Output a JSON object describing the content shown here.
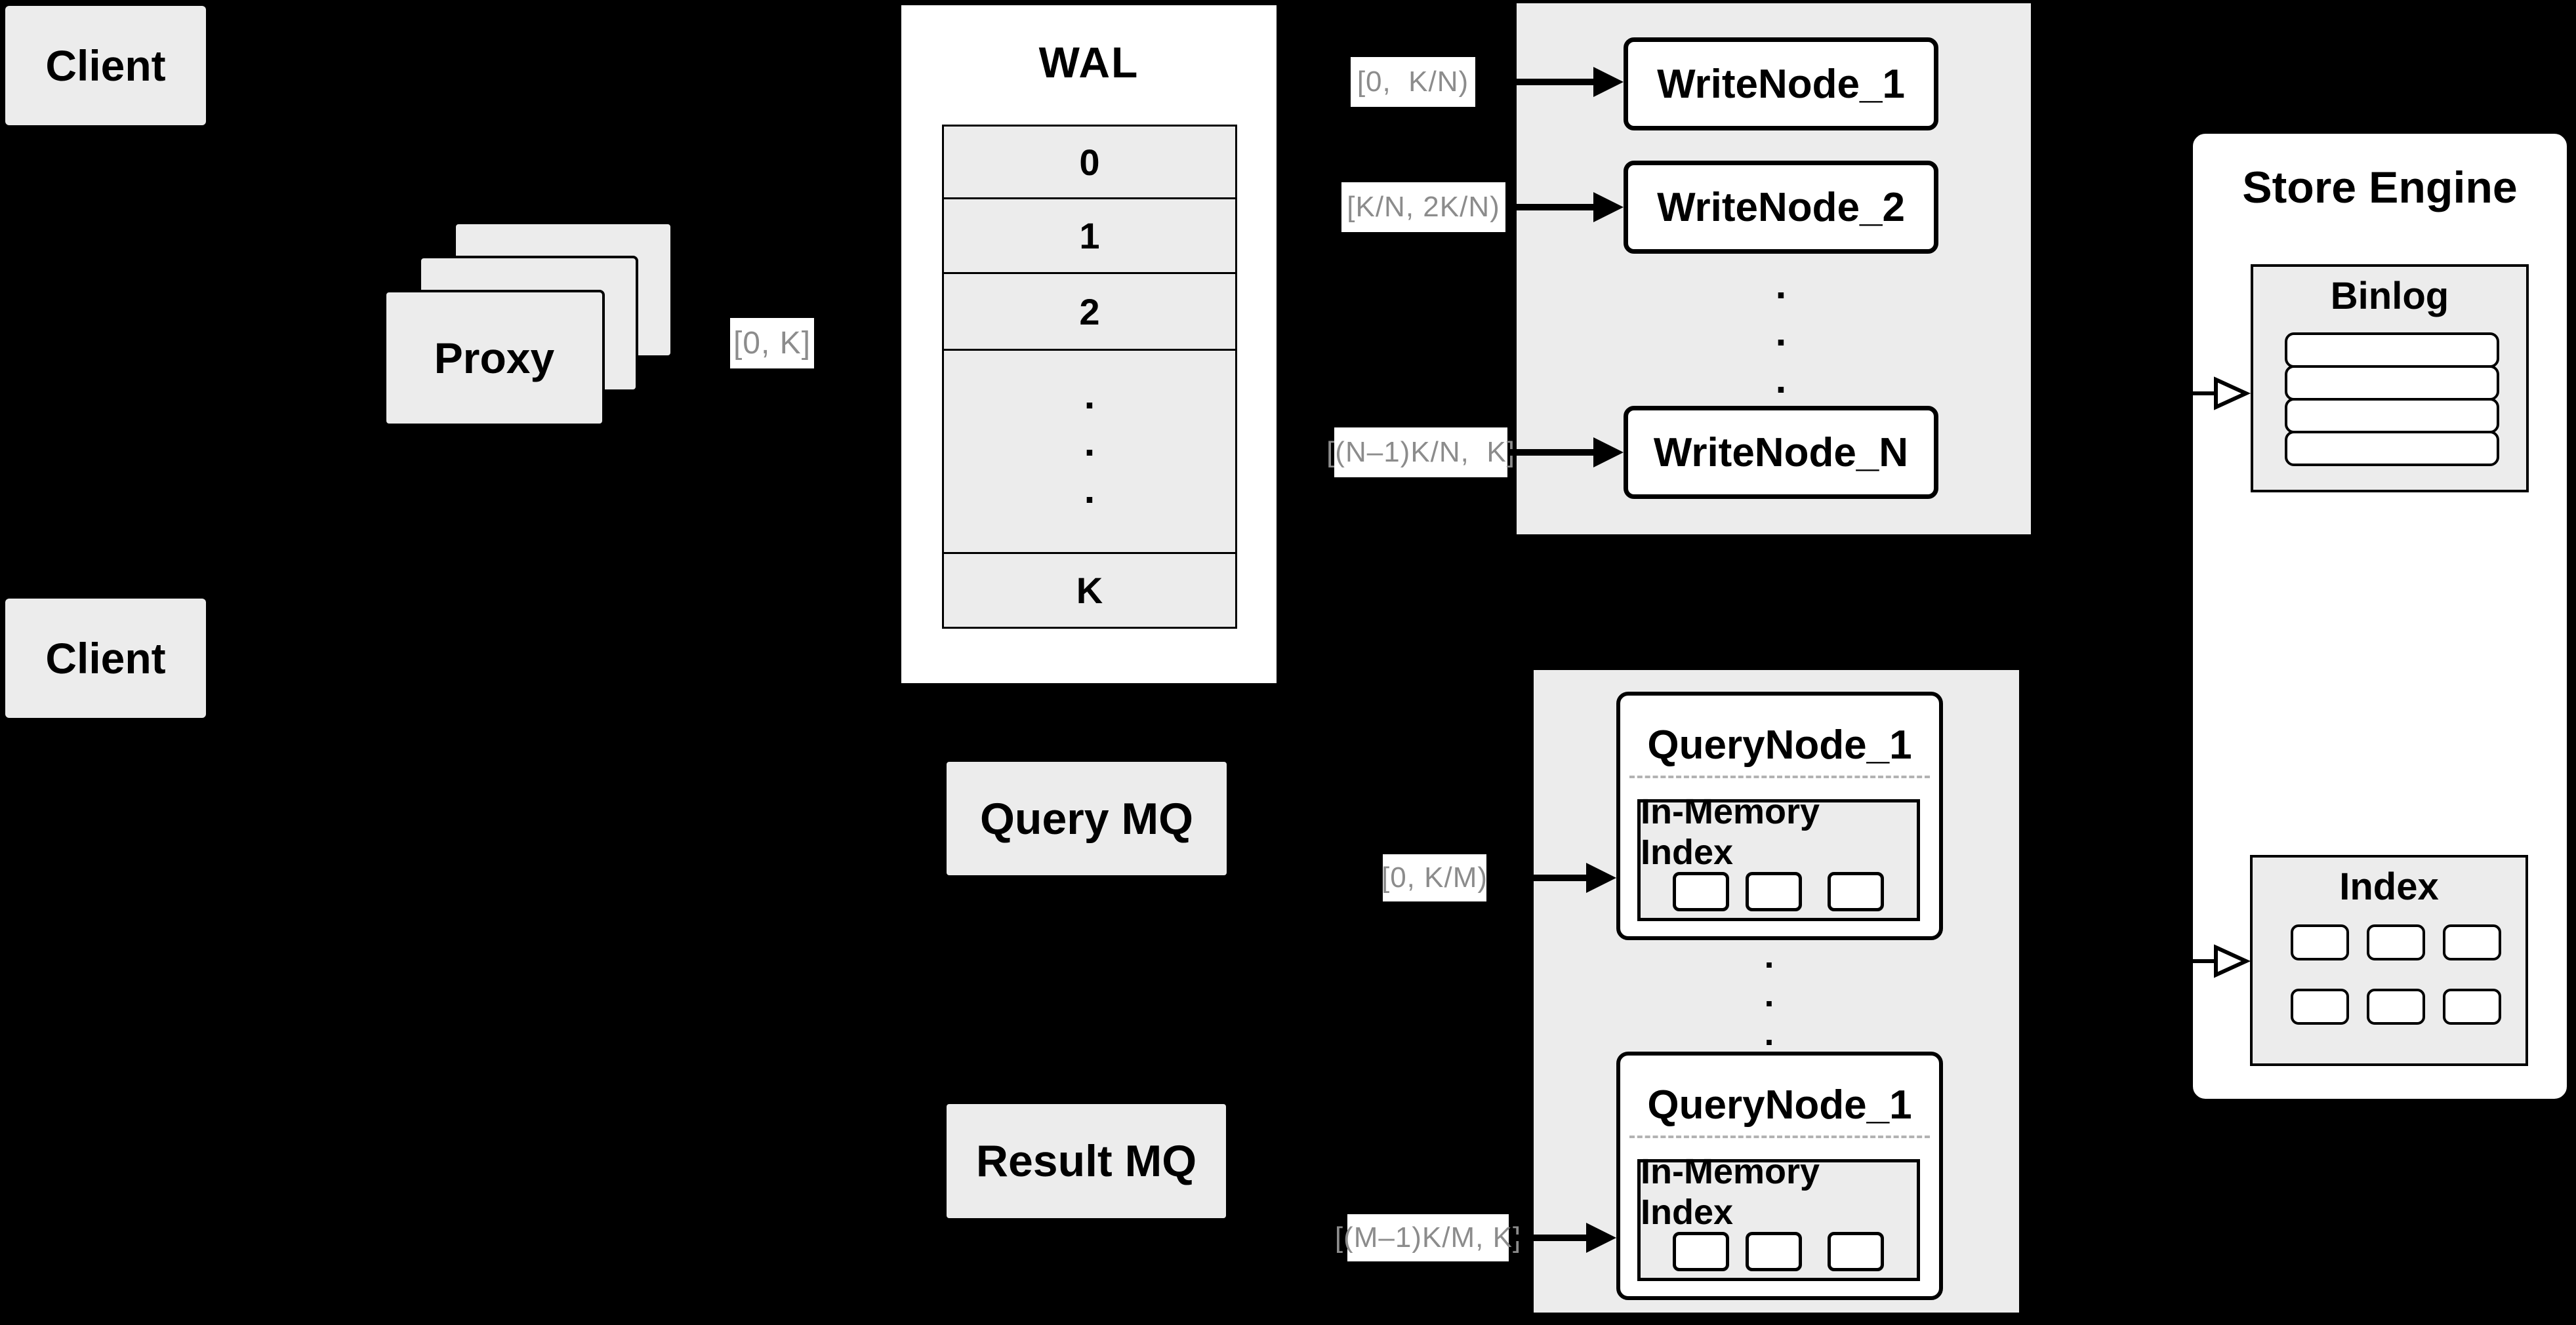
{
  "colors": {
    "background": "#000000",
    "panel_gray": "#ececec",
    "box_white": "#ffffff",
    "stroke_black": "#000000",
    "range_label_text": "#8c8c8c",
    "dashed_divider": "#b3b3b3"
  },
  "dots": ".",
  "clients": {
    "top": {
      "label": "Client"
    },
    "bottom": {
      "label": "Client"
    }
  },
  "proxy": {
    "label": "Proxy"
  },
  "labels": {
    "proxy_wal": "[0, K]"
  },
  "wal": {
    "title": "WAL",
    "rows": [
      "0",
      "1",
      "2"
    ],
    "row_k": "K"
  },
  "write_section": {
    "labels": {
      "n1": "[0,  K/N)",
      "n2": "[K/N, 2K/N)",
      "nn": "[(N–1)K/N,  K]"
    },
    "nodes": {
      "n1": "WriteNode_1",
      "n2": "WriteNode_2",
      "nn": "WriteNode_N"
    }
  },
  "store_engine": {
    "title": "Store Engine",
    "binlog_title": "Binlog",
    "index_title": "Index"
  },
  "mq": {
    "query": {
      "label": "Query MQ"
    },
    "result": {
      "label": "Result MQ"
    }
  },
  "query_section": {
    "labels": {
      "top": "[0, K/M)",
      "bottom": "[(M–1)K/M, K]"
    },
    "nodes": {
      "top": {
        "title": "QueryNode_1",
        "subtitle": "In-Memory Index"
      },
      "bottom": {
        "title": "QueryNode_1",
        "subtitle": "In-Memory Index"
      }
    }
  }
}
